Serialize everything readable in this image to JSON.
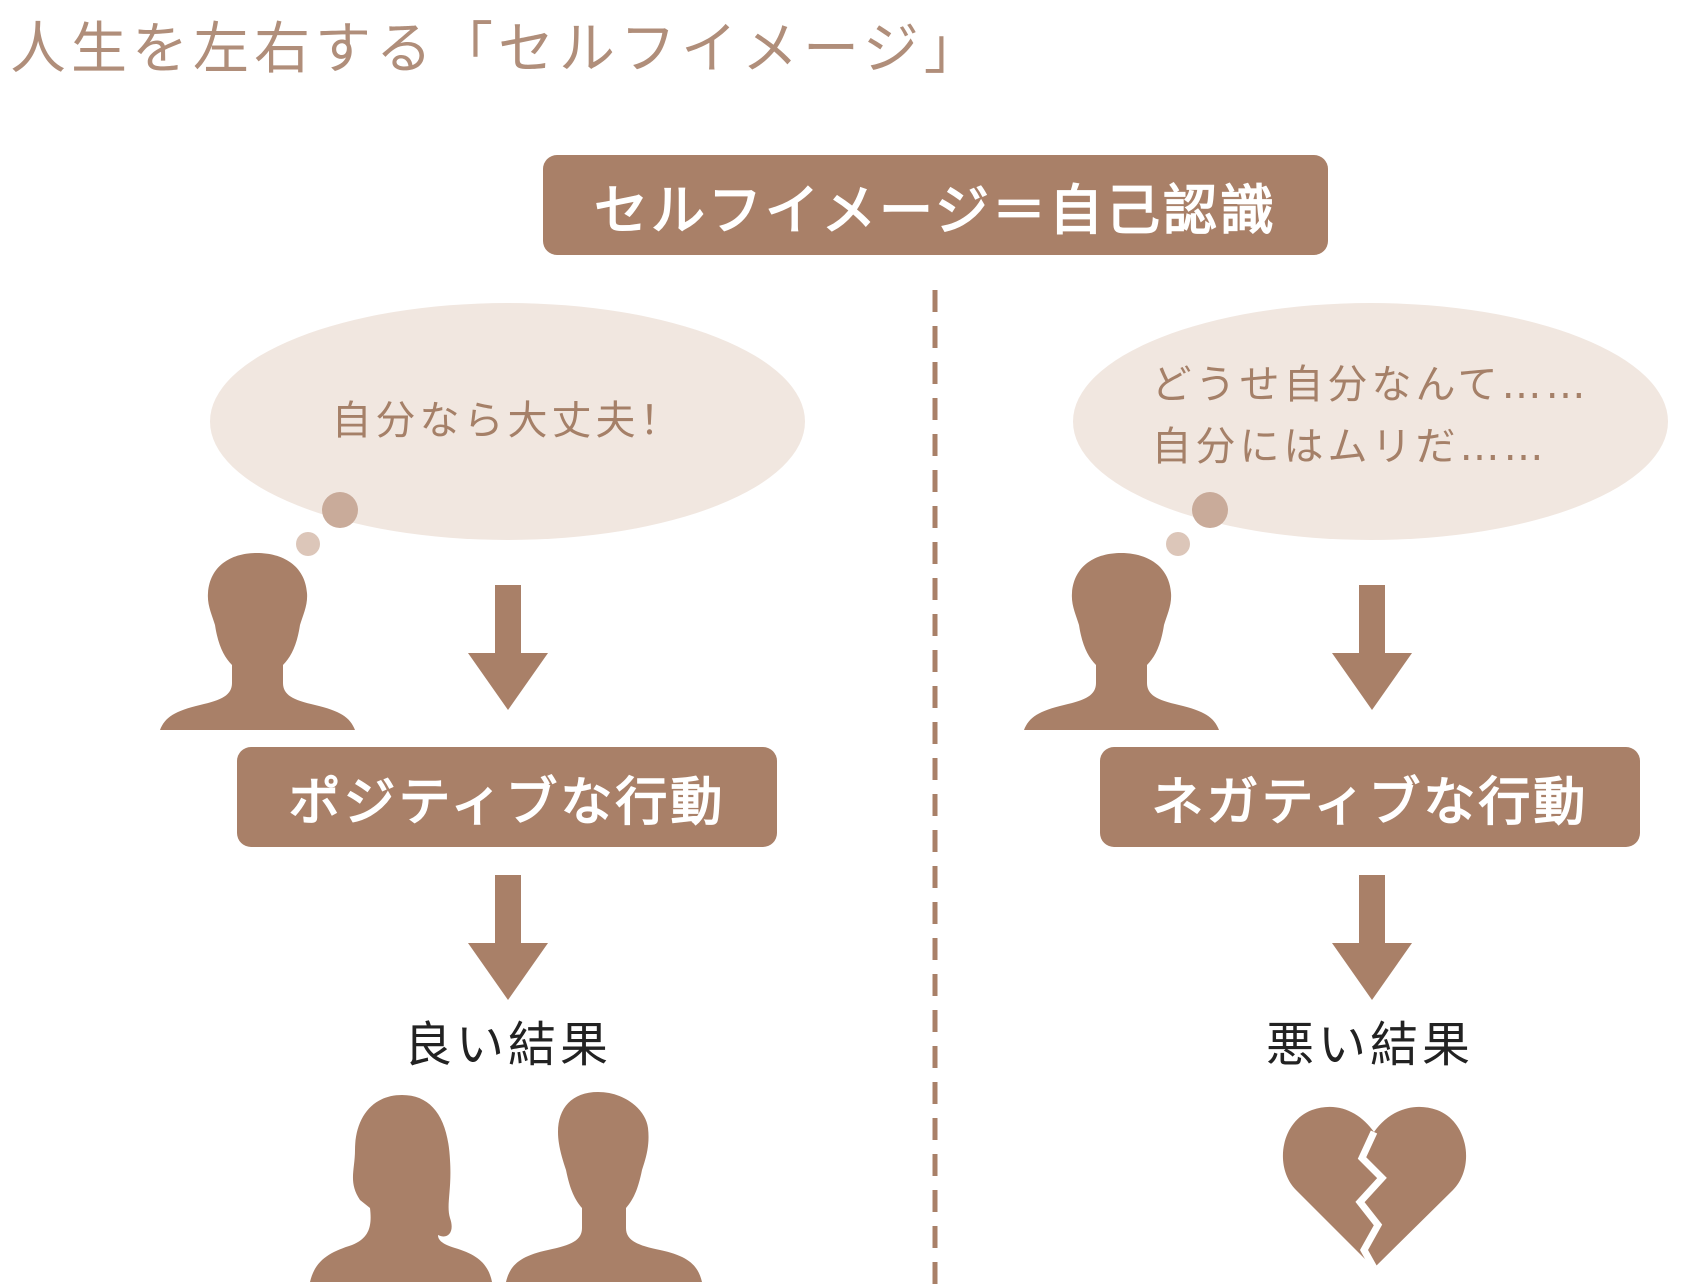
{
  "title": "人生を左右する「セルフイメージ」",
  "header": {
    "label": "セルフイメージ＝自己認識"
  },
  "left": {
    "thought": "自分なら大丈夫！",
    "action": "ポジティブな行動",
    "result": "良い結果",
    "icons": [
      "person-icon",
      "couple-icon"
    ]
  },
  "right": {
    "thought": "どうせ自分なんて……\n自分にはムリだ……",
    "action": "ネガティブな行動",
    "result": "悪い結果",
    "icons": [
      "person-icon",
      "broken-heart-icon"
    ]
  },
  "colors": {
    "primary": "#a98068",
    "bubble": "#f1e7e0",
    "title": "#b08e7a",
    "result_text": "#222222"
  }
}
